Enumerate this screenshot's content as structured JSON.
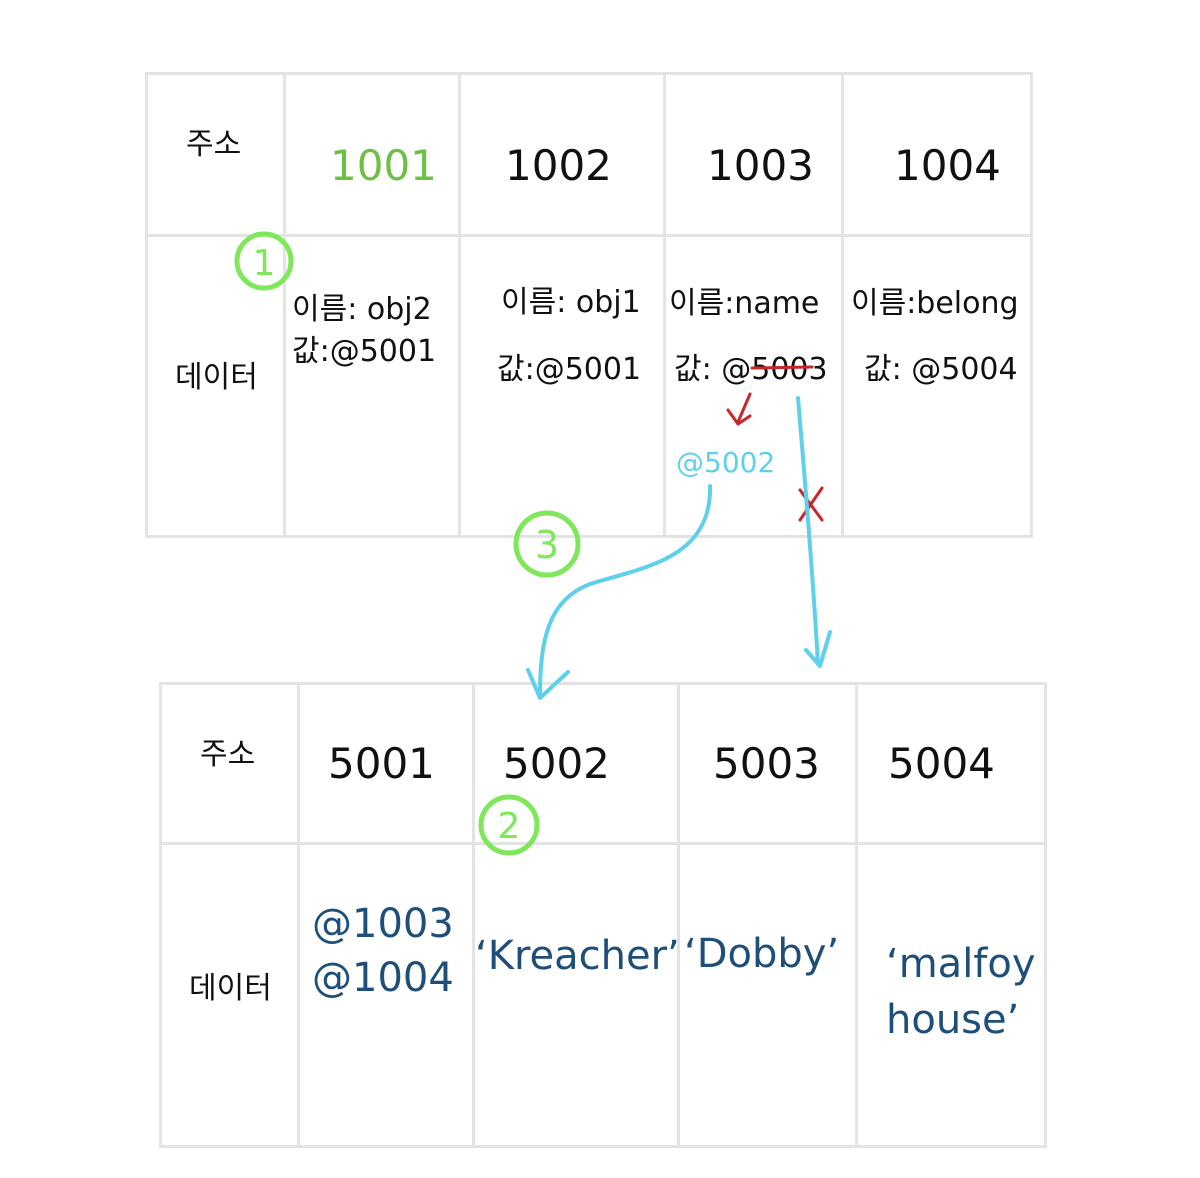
{
  "top_table": {
    "label_address": "주소",
    "label_data": "데이터",
    "addresses": [
      "1001",
      "1002",
      "1003",
      "1004"
    ],
    "cells": [
      {
        "name_line": "이름: obj2",
        "value_line": "값:@5001"
      },
      {
        "name_line": "이름: obj1",
        "value_line": "값:@5001"
      },
      {
        "name_line": "이름:name",
        "value_prefix": "값: @",
        "value_struck": "500",
        "value_suffix": "3"
      },
      {
        "name_line": "이름:belong",
        "value_line": "값: @5004"
      }
    ]
  },
  "bottom_table": {
    "label_address": "주소",
    "label_data": "데이터",
    "addresses": [
      "5001",
      "5002",
      "5003",
      "5004"
    ],
    "cells": [
      {
        "line1": "@1003",
        "line2": "@1004"
      },
      {
        "line1": "‘Kreacher’"
      },
      {
        "line1": "‘Dobby’"
      },
      {
        "line1": "‘malfoy",
        "line2": "house’"
      }
    ]
  },
  "annotations": {
    "new_value": "@5002",
    "step1": "1",
    "step2": "2",
    "step3": "3"
  },
  "colors": {
    "green": "#6dbf45",
    "step_circle": "#7ee85a",
    "cyan": "#5ed0ec",
    "red": "#c8262b",
    "blue_text": "#1e4f7a",
    "grid": "#e3e3e3"
  }
}
